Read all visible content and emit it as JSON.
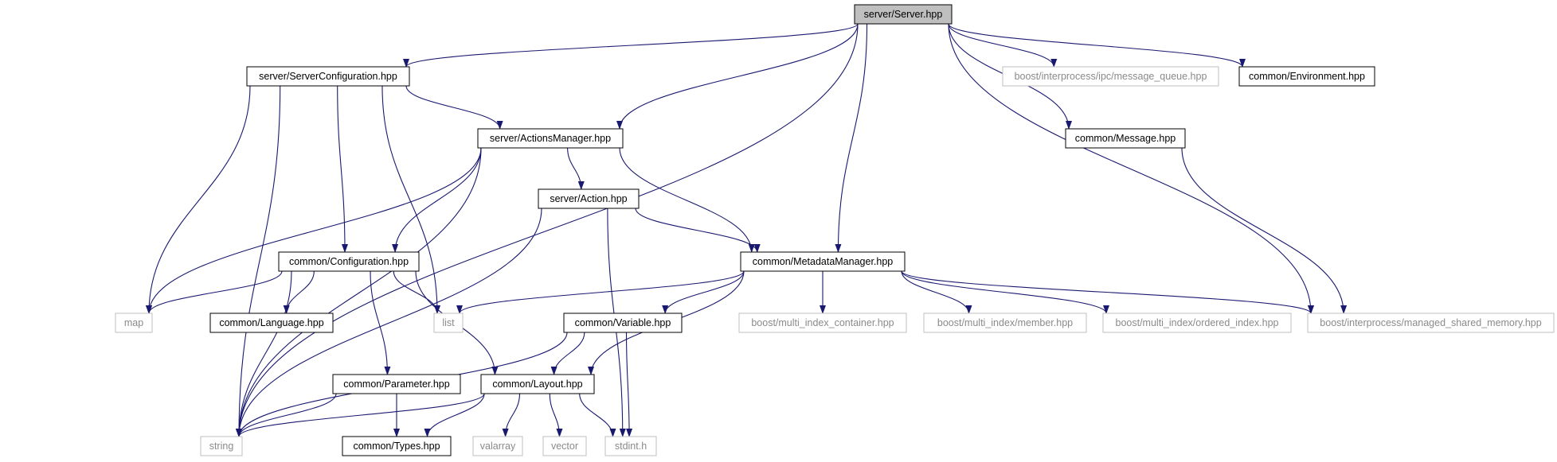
{
  "colors": {
    "edge": "#191970",
    "root_fill": "#bfbfbf",
    "documented_border": "#000000",
    "external_border": "#bfbfbf",
    "external_text": "#8a8a8a"
  },
  "nodes": {
    "server": {
      "label": "server/Server.hpp",
      "kind": "root"
    },
    "serverconf": {
      "label": "server/ServerConfiguration.hpp",
      "kind": "documented"
    },
    "mq": {
      "label": "boost/interprocess/ipc/message_queue.hpp",
      "kind": "external"
    },
    "env": {
      "label": "common/Environment.hpp",
      "kind": "documented"
    },
    "actmgr": {
      "label": "server/ActionsManager.hpp",
      "kind": "documented"
    },
    "msg": {
      "label": "common/Message.hpp",
      "kind": "documented"
    },
    "action": {
      "label": "server/Action.hpp",
      "kind": "documented"
    },
    "config": {
      "label": "common/Configuration.hpp",
      "kind": "documented"
    },
    "meta": {
      "label": "common/MetadataManager.hpp",
      "kind": "documented"
    },
    "map": {
      "label": "map",
      "kind": "external"
    },
    "lang": {
      "label": "common/Language.hpp",
      "kind": "documented"
    },
    "list": {
      "label": "list",
      "kind": "external"
    },
    "variable": {
      "label": "common/Variable.hpp",
      "kind": "documented"
    },
    "mic": {
      "label": "boost/multi_index_container.hpp",
      "kind": "external"
    },
    "mim": {
      "label": "boost/multi_index/member.hpp",
      "kind": "external"
    },
    "mio": {
      "label": "boost/multi_index/ordered_index.hpp",
      "kind": "external"
    },
    "shm": {
      "label": "boost/interprocess/managed_shared_memory.hpp",
      "kind": "external"
    },
    "param": {
      "label": "common/Parameter.hpp",
      "kind": "documented"
    },
    "layout": {
      "label": "common/Layout.hpp",
      "kind": "documented"
    },
    "string": {
      "label": "string",
      "kind": "external"
    },
    "types": {
      "label": "common/Types.hpp",
      "kind": "documented"
    },
    "valarray": {
      "label": "valarray",
      "kind": "external"
    },
    "vector": {
      "label": "vector",
      "kind": "external"
    },
    "stdint": {
      "label": "stdint.h",
      "kind": "external"
    }
  },
  "edges": [
    [
      "server",
      "string"
    ],
    [
      "server",
      "serverconf"
    ],
    [
      "server",
      "actmgr"
    ],
    [
      "server",
      "meta"
    ],
    [
      "server",
      "mq"
    ],
    [
      "server",
      "env"
    ],
    [
      "server",
      "msg"
    ],
    [
      "server",
      "shm"
    ],
    [
      "serverconf",
      "string"
    ],
    [
      "serverconf",
      "map"
    ],
    [
      "serverconf",
      "config"
    ],
    [
      "serverconf",
      "list"
    ],
    [
      "serverconf",
      "actmgr"
    ],
    [
      "actmgr",
      "string"
    ],
    [
      "actmgr",
      "map"
    ],
    [
      "actmgr",
      "config"
    ],
    [
      "actmgr",
      "action"
    ],
    [
      "actmgr",
      "meta"
    ],
    [
      "msg",
      "shm"
    ],
    [
      "action",
      "string"
    ],
    [
      "action",
      "meta"
    ],
    [
      "action",
      "stdint"
    ],
    [
      "config",
      "map"
    ],
    [
      "config",
      "string"
    ],
    [
      "config",
      "lang"
    ],
    [
      "config",
      "list"
    ],
    [
      "config",
      "param"
    ],
    [
      "config",
      "layout"
    ],
    [
      "meta",
      "list"
    ],
    [
      "meta",
      "layout"
    ],
    [
      "meta",
      "variable"
    ],
    [
      "meta",
      "mic"
    ],
    [
      "meta",
      "mim"
    ],
    [
      "meta",
      "mio"
    ],
    [
      "meta",
      "shm"
    ],
    [
      "variable",
      "string"
    ],
    [
      "variable",
      "layout"
    ],
    [
      "variable",
      "stdint"
    ],
    [
      "param",
      "string"
    ],
    [
      "param",
      "types"
    ],
    [
      "layout",
      "string"
    ],
    [
      "layout",
      "types"
    ],
    [
      "layout",
      "valarray"
    ],
    [
      "layout",
      "vector"
    ],
    [
      "layout",
      "stdint"
    ]
  ]
}
